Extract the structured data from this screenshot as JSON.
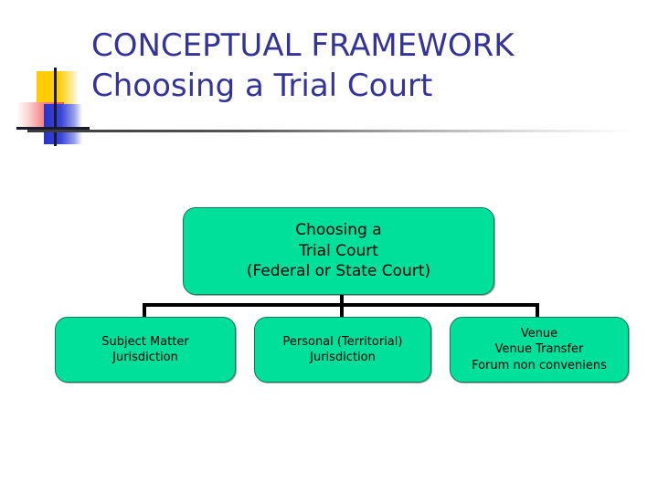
{
  "slide": {
    "background_color": "#FFFFFF",
    "title": {
      "line1": "CONCEPTUAL FRAMEWORK",
      "line2": "Choosing a Trial Court",
      "color": "#333399"
    },
    "decoration": {
      "logo_name": "blends-square-motif",
      "yellow": "#FFCC00",
      "red": "#F05050",
      "blue": "#2B32C8",
      "crosshair": "#1A1A2E"
    },
    "rule": {
      "name": "title-underline-rule",
      "start_color": "#3A3A3A",
      "end_color": "#FFFFFF"
    }
  },
  "diagram": {
    "type": "org-chart",
    "node_fill": "#00E09B",
    "node_border": "#0B7A5C",
    "connector_color": "#000000",
    "root": {
      "id": "choosing-a-trial-court",
      "lines": [
        "Choosing a",
        "Trial Court",
        "(Federal or State Court)"
      ],
      "text": "Choosing a\nTrial Court\n(Federal or State Court)"
    },
    "children": [
      {
        "id": "subject-matter-jurisdiction",
        "lines": [
          "Subject Matter",
          "Jurisdiction"
        ],
        "text": "Subject Matter\nJurisdiction"
      },
      {
        "id": "personal-territorial-jurisdiction",
        "lines": [
          "Personal (Territorial)",
          "Jurisdiction"
        ],
        "text": "Personal (Territorial)\nJurisdiction"
      },
      {
        "id": "venue",
        "lines": [
          "Venue",
          "Venue Transfer",
          "Forum non conveniens"
        ],
        "text": "Venue\nVenue Transfer\nForum non conveniens"
      }
    ]
  }
}
